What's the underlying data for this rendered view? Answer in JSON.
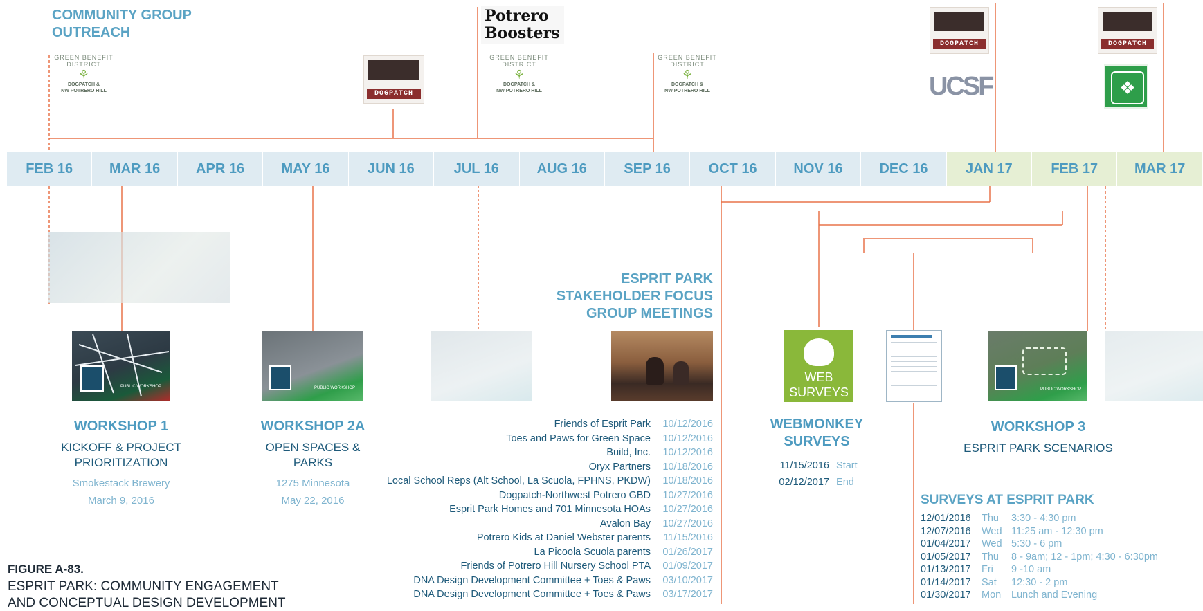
{
  "outreach_title_1": "COMMUNITY GROUP",
  "outreach_title_2": "OUTREACH",
  "logos": {
    "gbd_top_1": "GREEN BENEFIT",
    "gbd_top_2": "DISTRICT",
    "gbd_bottom_1": "DOGPATCH &",
    "gbd_bottom_2": "NW POTRERO HILL",
    "dogpatch_label": "DOGPATCH",
    "potrero_boosters_1": "Potrero",
    "potrero_boosters_2": "Boosters",
    "ucsf": "UCSF"
  },
  "months": [
    "FEB 16",
    "MAR 16",
    "APR 16",
    "MAY 16",
    "JUN 16",
    "JUL 16",
    "AUG 16",
    "SEP 16",
    "OCT 16",
    "NOV 16",
    "DEC 16",
    "JAN 17",
    "FEB 17",
    "MAR 17"
  ],
  "colors": {
    "accent": "#e8734a",
    "blue": "#4e9bc0",
    "timeline_bg": "#dfebf2",
    "timeline_hl": "#e6efd4",
    "navy": "#1e5a7a"
  },
  "workshop1": {
    "title": "WORKSHOP 1",
    "sub_1": "KICKOFF & PROJECT",
    "sub_2": "PRIORITIZATION",
    "location": "Smokestack Brewery",
    "date": "March 9, 2016"
  },
  "workshop2a": {
    "title": "WORKSHOP 2A",
    "sub_1": "OPEN SPACES &",
    "sub_2": "PARKS",
    "location": "1275 Minnesota",
    "date": "May 22, 2016"
  },
  "workshop3": {
    "title": "WORKSHOP 3",
    "sub": "ESPRIT PARK SCENARIOS"
  },
  "thumb_text": {
    "public_workshop": "PUBLIC WORKSHOP"
  },
  "focus": {
    "title_1": "ESPRIT PARK",
    "title_2": "STAKEHOLDER FOCUS",
    "title_3": "GROUP MEETINGS"
  },
  "meetings": [
    {
      "name": "Friends of Esprit Park",
      "date": "10/12/2016"
    },
    {
      "name": "Toes and Paws for Green Space",
      "date": "10/12/2016"
    },
    {
      "name": "Build, Inc.",
      "date": "10/12/2016"
    },
    {
      "name": "Oryx Partners",
      "date": "10/18/2016"
    },
    {
      "name": "Local School Reps (Alt School, La Scuola, FPHNS, PKDW)",
      "date": "10/18/2016"
    },
    {
      "name": "Dogpatch-Northwest Potrero GBD",
      "date": "10/27/2016"
    },
    {
      "name": "Esprit Park Homes and 701 Minnesota HOAs",
      "date": "10/27/2016"
    },
    {
      "name": "Avalon Bay",
      "date": "10/27/2016"
    },
    {
      "name": "Potrero Kids at Daniel Webster parents",
      "date": "11/15/2016"
    },
    {
      "name": "La Picoola Scuola parents",
      "date": "01/26/2017"
    },
    {
      "name": "Friends of Potrero Hill Nursery School PTA",
      "date": "01/09/2017"
    },
    {
      "name": "DNA Design Development Committee + Toes & Paws",
      "date": "03/10/2017"
    },
    {
      "name": "DNA Design Development Committee + Toes & Paws",
      "date": "03/17/2017"
    }
  ],
  "web": {
    "icon_1": "WEB",
    "icon_2": "SURVEYS",
    "title_1": "WEBMONKEY",
    "title_2": "SURVEYS",
    "start_date": "11/15/2016",
    "start_label": "Start",
    "end_date": "02/12/2017",
    "end_label": "End"
  },
  "surveys": {
    "title": "SURVEYS AT ESPRIT PARK",
    "rows": [
      {
        "date": "12/01/2016",
        "day": "Thu",
        "time": "3:30 - 4:30 pm"
      },
      {
        "date": "12/07/2016",
        "day": "Wed",
        "time": "11:25 am - 12:30 pm"
      },
      {
        "date": "01/04/2017",
        "day": "Wed",
        "time": "5:30 - 6 pm"
      },
      {
        "date": "01/05/2017",
        "day": "Thu",
        "time": "8 - 9am; 12 - 1pm; 4:30 - 6:30pm"
      },
      {
        "date": "01/13/2017",
        "day": "Fri",
        "time": "9 -10 am"
      },
      {
        "date": "01/14/2017",
        "day": "Sat",
        "time": "12:30 - 2 pm"
      },
      {
        "date": "01/30/2017",
        "day": "Mon",
        "time": "Lunch and Evening"
      }
    ]
  },
  "figure": {
    "label": "FIGURE A-83.",
    "caption_1": "ESPRIT PARK: COMMUNITY ENGAGEMENT",
    "caption_2": "AND CONCEPTUAL DESIGN DEVELOPMENT"
  }
}
